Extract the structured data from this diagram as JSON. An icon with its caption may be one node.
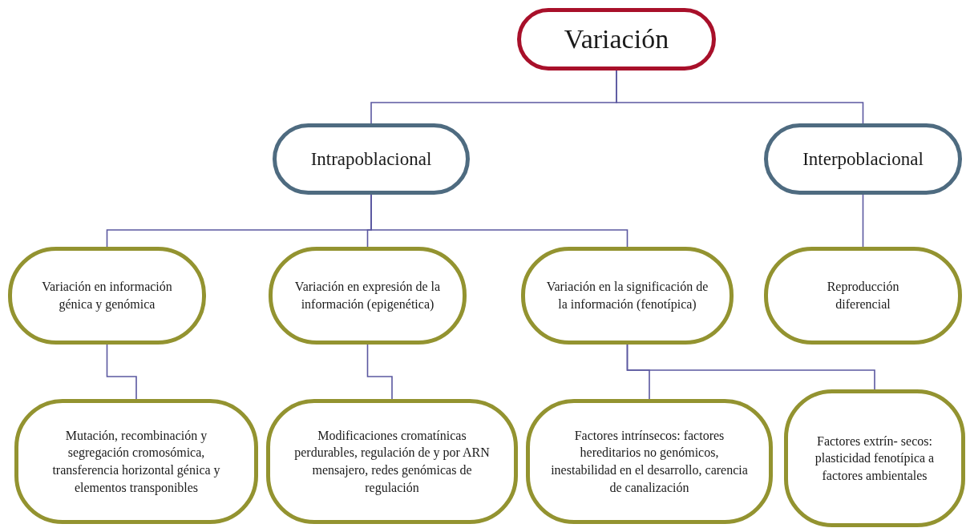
{
  "diagram": {
    "nodes": [
      {
        "text": [
          "Variación"
        ]
      },
      {
        "text": [
          "Intrapoblacional"
        ]
      },
      {
        "text": [
          "Interpoblacional"
        ]
      },
      {
        "text": [
          "Variación en información génica y genómica"
        ]
      },
      {
        "text": [
          "Variación en expresión de la información (epigenética)"
        ]
      },
      {
        "text": [
          "Variación en la significación de la información (fenotípica)"
        ]
      },
      {
        "text": [
          "Reproducción diferencial"
        ]
      },
      {
        "text": [
          "Mutación, recombinación y segregación cromosómica, transferencia horizontal génica y elementos transponibles"
        ]
      },
      {
        "text": [
          "Modificaciones cromatínicas perdurables, regulación de y por ARN mensajero, redes genómicas de regulación"
        ]
      },
      {
        "text": [
          "Factores intrínsecos: factores hereditarios no genómicos, inestabilidad en el desarrollo, carencia de canalización"
        ]
      },
      {
        "text": [
          "Factores extrín- secos: plasticidad fenotípica a factores ambientales"
        ]
      }
    ],
    "edges": [
      {
        "from": 0,
        "to": 1,
        "arrow": "none"
      },
      {
        "from": 0,
        "to": 2,
        "arrow": "none"
      },
      {
        "from": 1,
        "to": 3,
        "arrow": "none"
      },
      {
        "from": 1,
        "to": 4,
        "arrow": "none"
      },
      {
        "from": 1,
        "to": 5,
        "arrow": "none"
      },
      {
        "from": 2,
        "to": 6,
        "arrow": "none"
      },
      {
        "from": 3,
        "to": 7,
        "arrow": "none"
      },
      {
        "from": 4,
        "to": 8,
        "arrow": "none"
      },
      {
        "from": 5,
        "to": 9,
        "arrow": "none"
      },
      {
        "from": 5,
        "to": 10,
        "arrow": "none"
      }
    ]
  }
}
